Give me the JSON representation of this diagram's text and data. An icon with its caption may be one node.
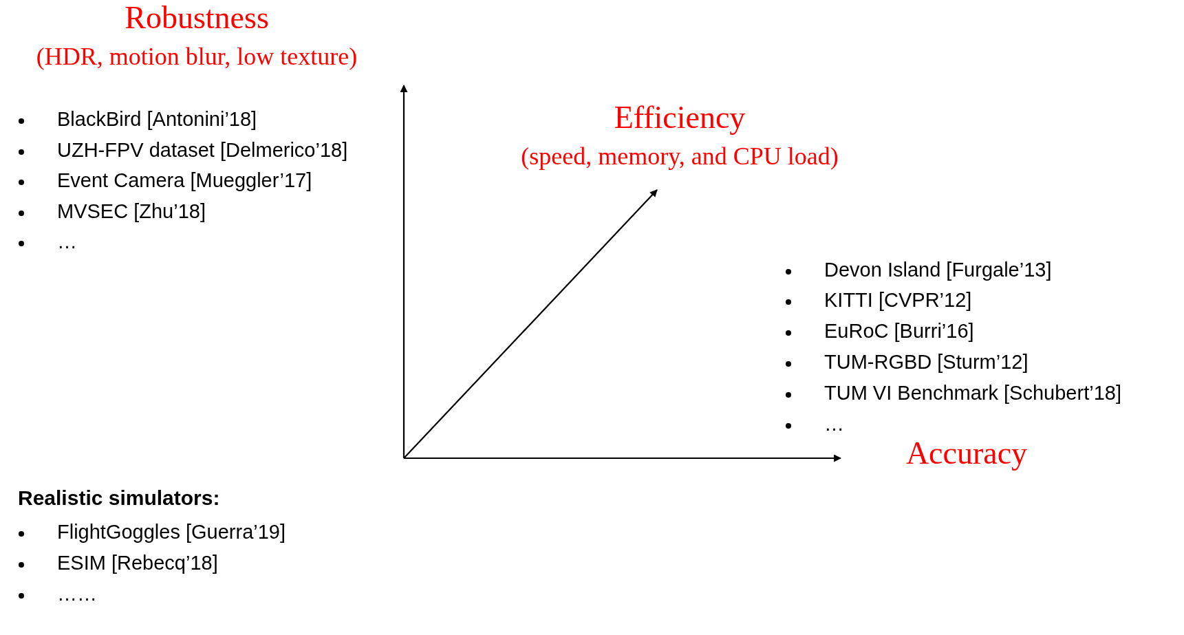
{
  "diagram": {
    "labels": [
      "Robustness",
      "(HDR, motion blur, low texture)",
      "BlackBird [Antonini’18]",
      "UZH-FPV dataset [Delmerico’18]",
      "Event Camera [Mueggler’17]",
      "MVSEC [Zhu’18]",
      "…",
      "Efficiency",
      "(speed, memory, and CPU load)",
      "Devon Island [Furgale’13]",
      "KITTI [CVPR’12]",
      "EuRoC [Burri’16]",
      "TUM-RGBD [Sturm’12]",
      "TUM VI Benchmark [Schubert’18]",
      "…",
      "Accuracy",
      "Realistic simulators:",
      "FlightGoggles [Guerra’19]",
      "ESIM [Rebecq’18]",
      "……"
    ]
  }
}
